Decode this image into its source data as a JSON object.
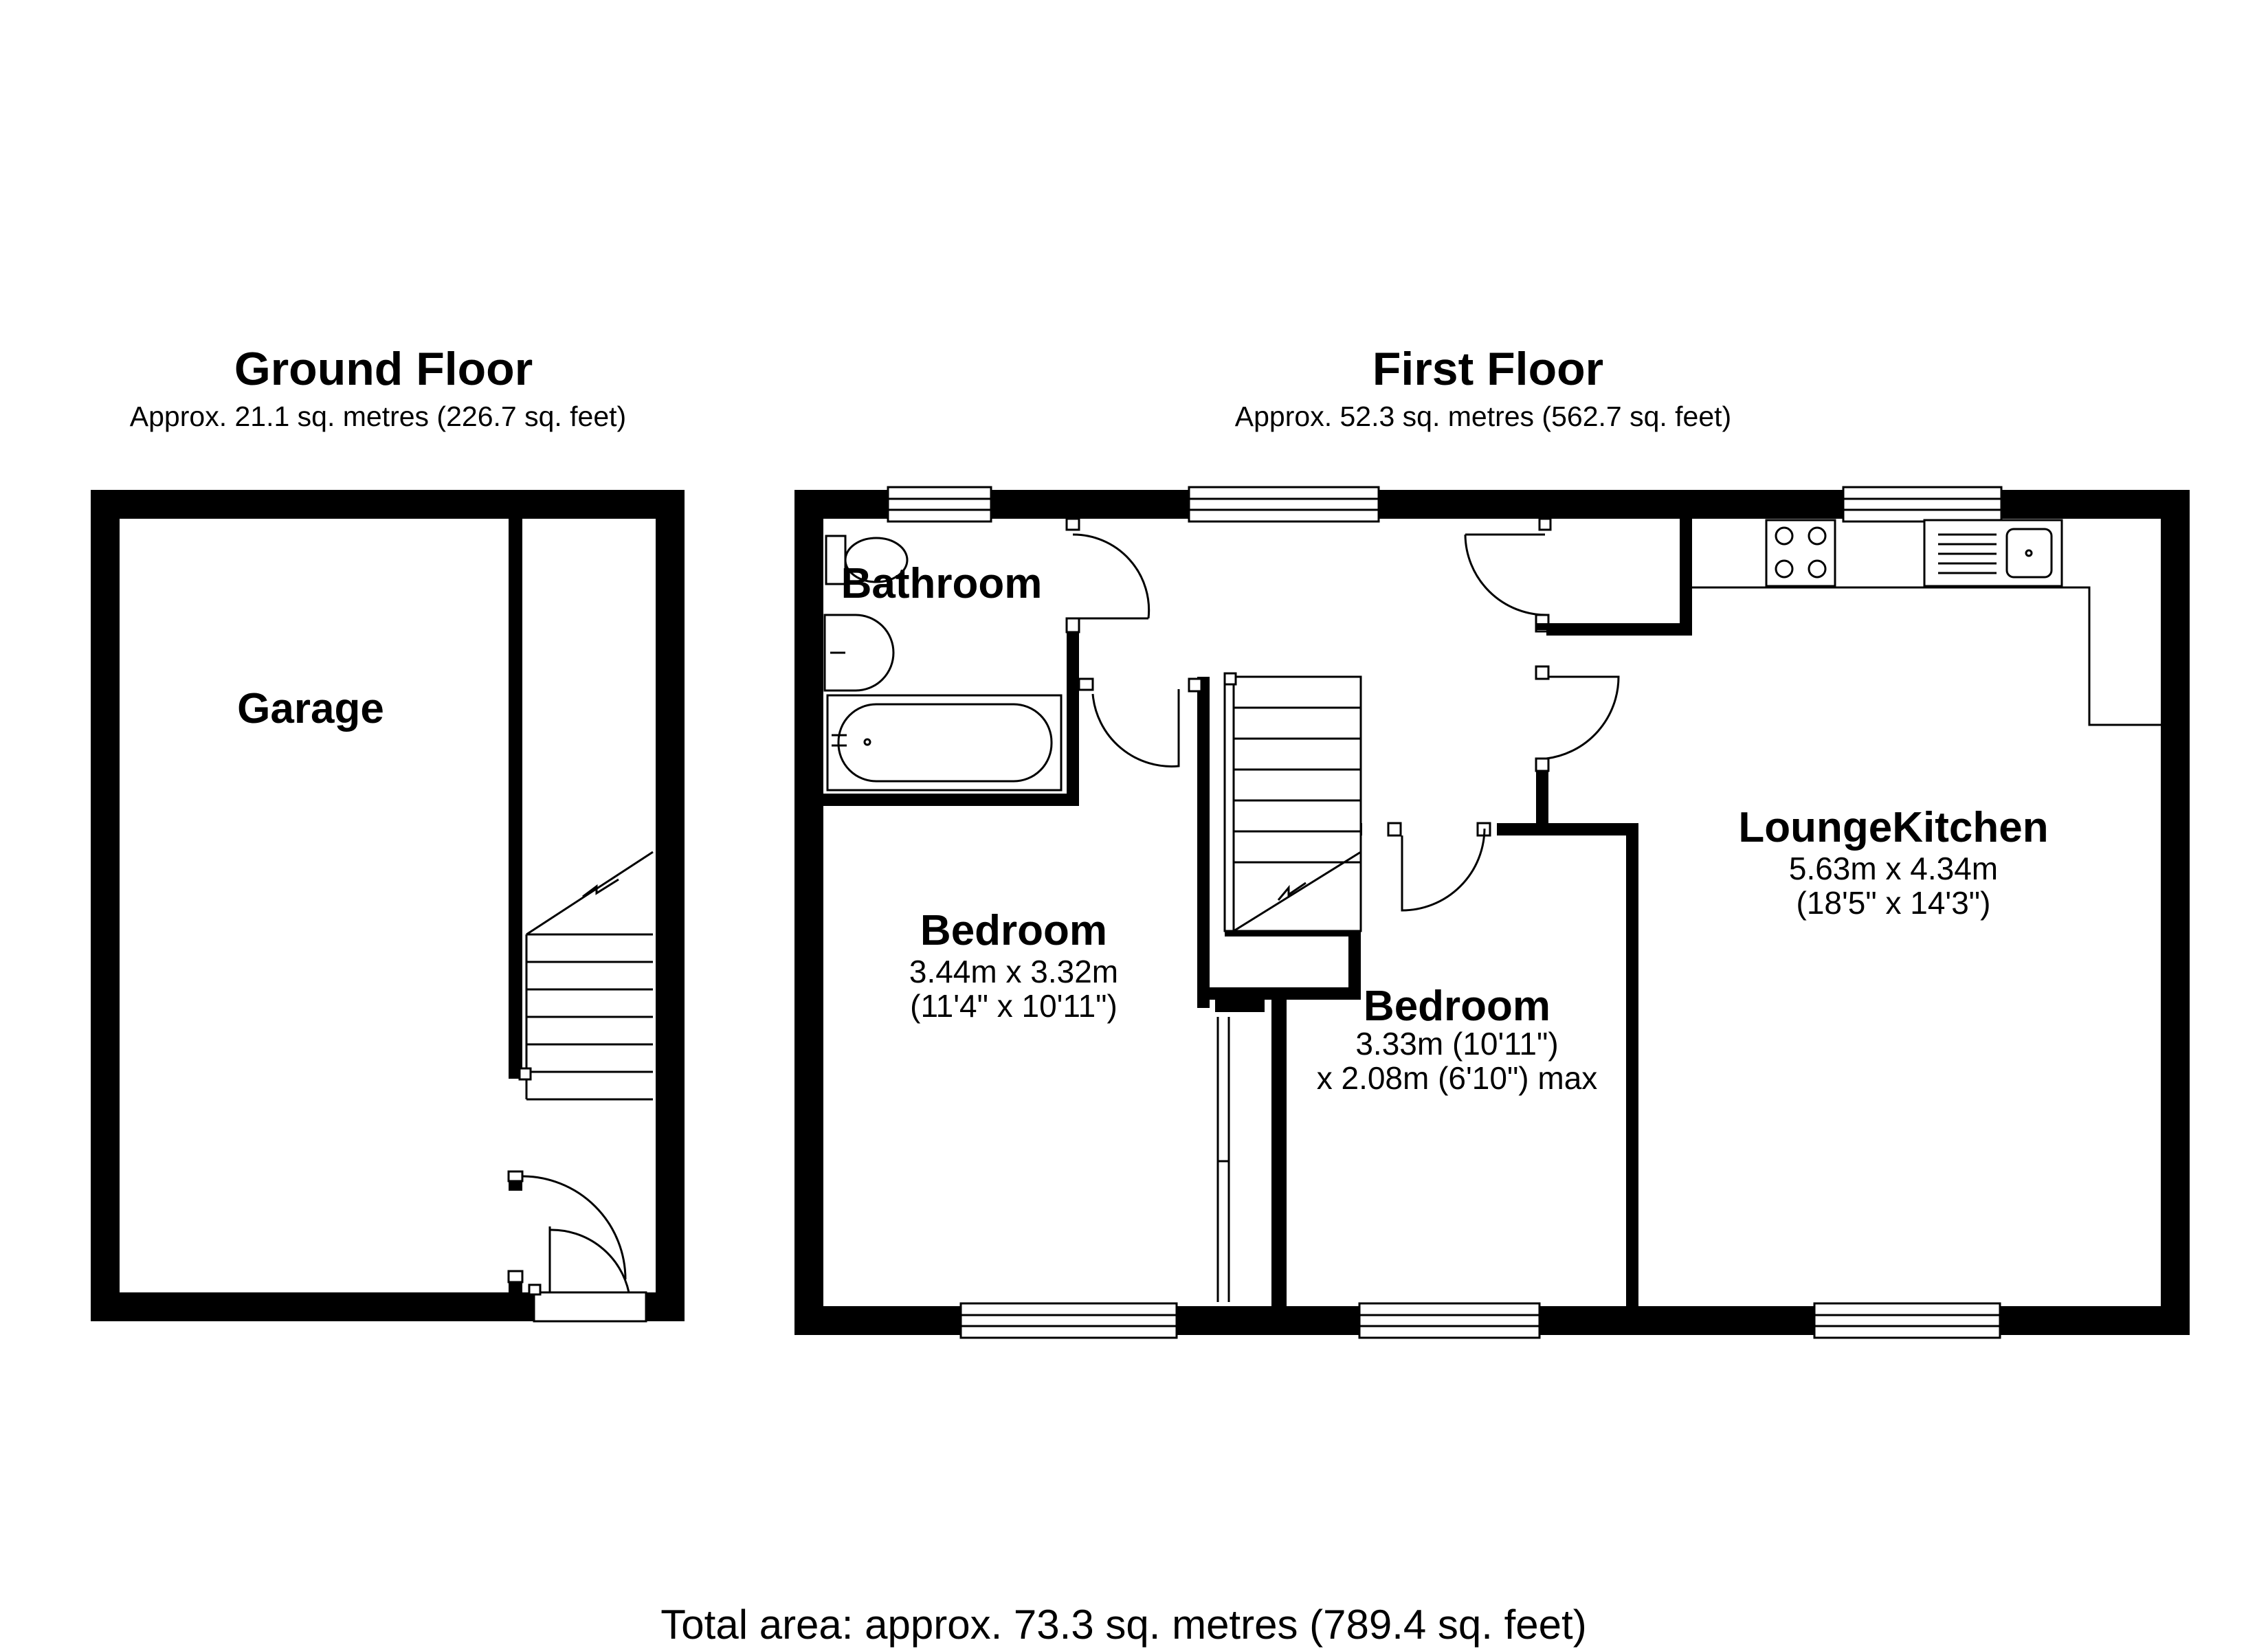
{
  "ground_floor": {
    "title": "Ground Floor",
    "area": "Approx. 21.1 sq. metres (226.7 sq. feet)",
    "rooms": [
      {
        "name": "Garage"
      }
    ]
  },
  "first_floor": {
    "title": "First Floor",
    "area": "Approx. 52.3 sq. metres (562.7 sq. feet)",
    "rooms": [
      {
        "name": "Bathroom"
      },
      {
        "name": "Bedroom",
        "dim_metric": "3.44m x 3.32m",
        "dim_imperial": "(11'4\" x 10'11\")"
      },
      {
        "name": "Bedroom",
        "dim_line1": "3.33m (10'11\")",
        "dim_line2": "x 2.08m (6'10\") max"
      },
      {
        "name": "LoungeKitchen",
        "dim_metric": "5.63m x 4.34m",
        "dim_imperial": "(18'5\" x 14'3\")"
      }
    ]
  },
  "total_area": "Total area: approx. 73.3 sq. metres (789.4 sq. feet)",
  "colors": {
    "walls": "#000000",
    "background": "#ffffff"
  },
  "icons": [
    "door-swing-icon",
    "window-icon",
    "staircase-icon",
    "bath-icon",
    "toilet-icon",
    "basin-icon",
    "hob-icon",
    "sink-icon"
  ]
}
